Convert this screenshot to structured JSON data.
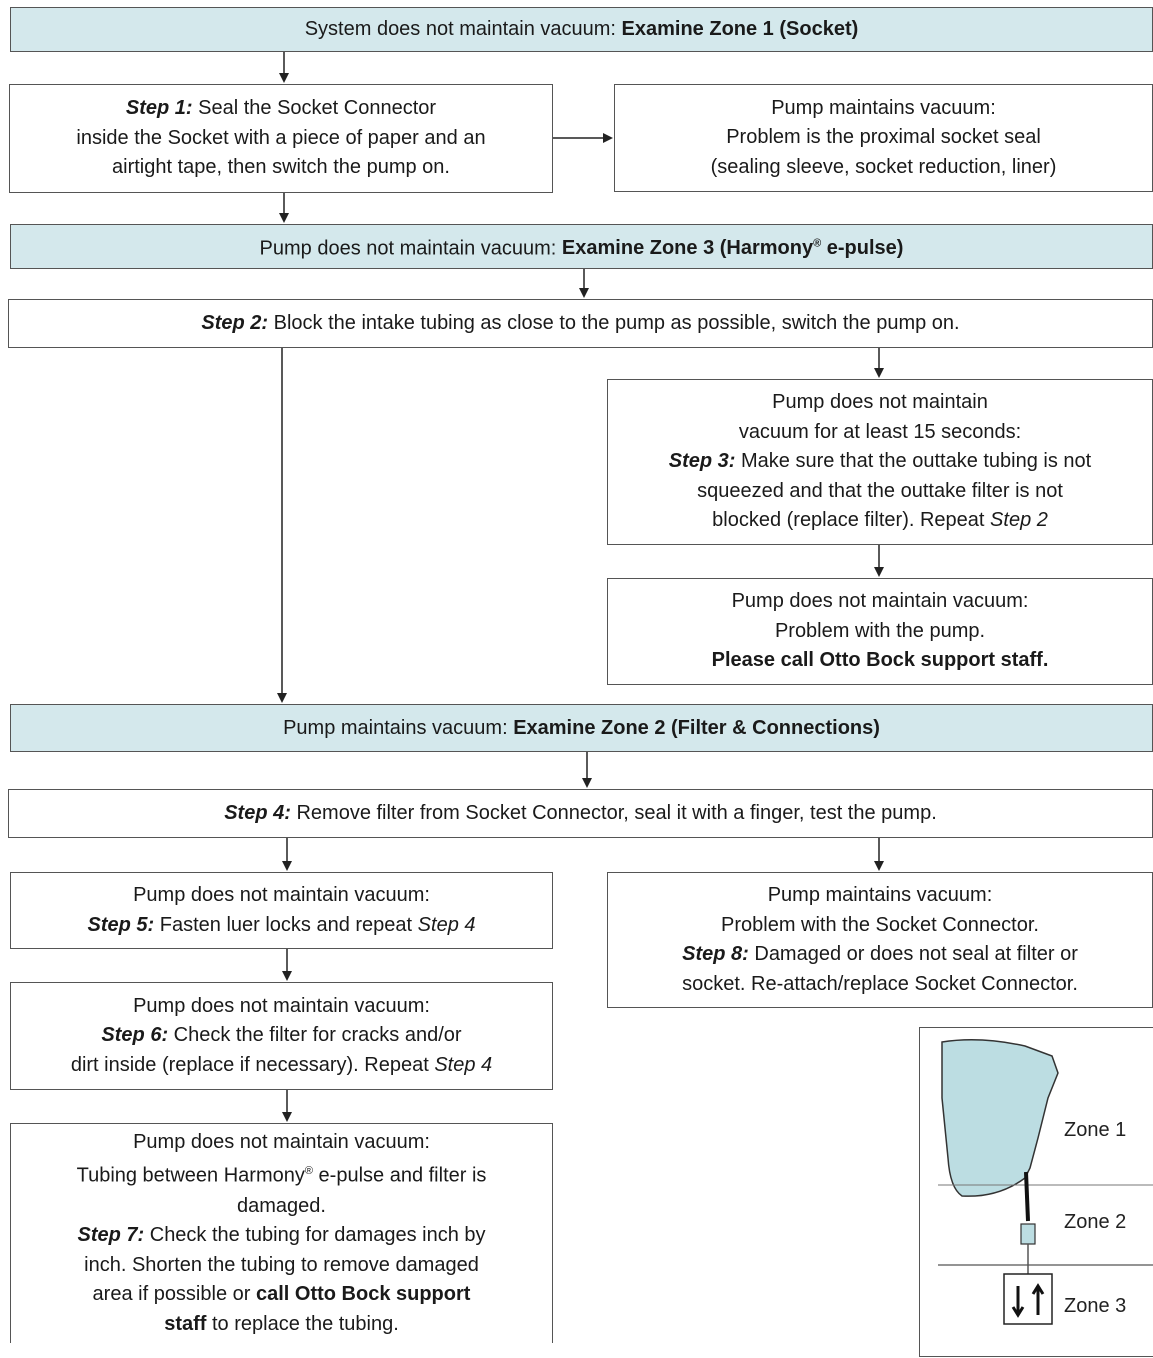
{
  "zone1_header": {
    "prefix": "System does not maintain vacuum: ",
    "bold": "Examine Zone 1 (Socket)"
  },
  "step1": {
    "line1_bold_italic": "Step 1:",
    "line1_rest": " Seal the Socket Connector",
    "line2": "inside the Socket with a piece of paper and an",
    "line3": "airtight tape, then switch the pump on."
  },
  "zone1_result": {
    "line1": "Pump maintains vacuum:",
    "line2": "Problem is the proximal socket seal",
    "line3": "(sealing sleeve, socket reduction, liner)"
  },
  "zone3_header": {
    "prefix": "Pump does not maintain vacuum: ",
    "bold": "Examine Zone 3 (Harmony",
    "sup": "®",
    "bold_end": " e-pulse)"
  },
  "step2": {
    "bold_italic": "Step 2:",
    "rest": " Block the intake tubing as close to the pump as possible, switch the pump on."
  },
  "step3": {
    "line1": "Pump does not maintain",
    "line2": "vacuum for at least 15 seconds:",
    "line3_bold_italic": "Step 3:",
    "line3_rest": " Make sure that the outtake tubing is not",
    "line4": "squeezed and that the outtake filter is not",
    "line5_prefix": "blocked (replace filter). Repeat ",
    "line5_italic": "Step 2"
  },
  "pump_problem": {
    "line1": "Pump does not maintain vacuum:",
    "line2": "Problem with the pump.",
    "line3_bold": "Please call Otto Bock support staff."
  },
  "zone2_header": {
    "prefix": "Pump maintains vacuum: ",
    "bold": "Examine Zone 2 (Filter & Connections)"
  },
  "step4": {
    "bold_italic": "Step 4:",
    "rest": " Remove filter from Socket Connector, seal it with a finger, test the pump."
  },
  "step5": {
    "line1": "Pump does not maintain vacuum:",
    "line2_bold_italic": "Step 5:",
    "line2_rest": " Fasten luer locks and repeat ",
    "line2_italic": "Step 4"
  },
  "step8": {
    "line1": "Pump maintains vacuum:",
    "line2": "Problem with the Socket Connector.",
    "line3_bold_italic": "Step 8:",
    "line3_rest": " Damaged or does not seal at filter or",
    "line4": "socket. Re-attach/replace Socket Connector."
  },
  "step6": {
    "line1": "Pump does not maintain vacuum:",
    "line2_bold_italic": "Step 6:",
    "line2_rest": " Check the filter for cracks and/or",
    "line3_prefix": "dirt inside (replace if necessary). Repeat ",
    "line3_italic": "Step 4"
  },
  "step7": {
    "line1": "Pump does not maintain vacuum:",
    "line2_prefix": "Tubing between Harmony",
    "line2_sup": "®",
    "line2_rest": " e-pulse and filter is",
    "line3": "damaged.",
    "line4_bold_italic": "Step 7:",
    "line4_rest": " Check the tubing for damages inch by",
    "line5": "inch. Shorten the tubing to remove damaged",
    "line6_prefix": "area if possible or ",
    "line6_bold": "call Otto Bock support",
    "line7_bold": "staff",
    "line7_rest": " to replace the tubing."
  },
  "zones": {
    "zone1": "Zone 1",
    "zone2": "Zone 2",
    "zone3": "Zone 3"
  },
  "colors": {
    "header_fill": "#d4e8ec",
    "socket_fill": "#bcdde2",
    "border": "#555555"
  }
}
